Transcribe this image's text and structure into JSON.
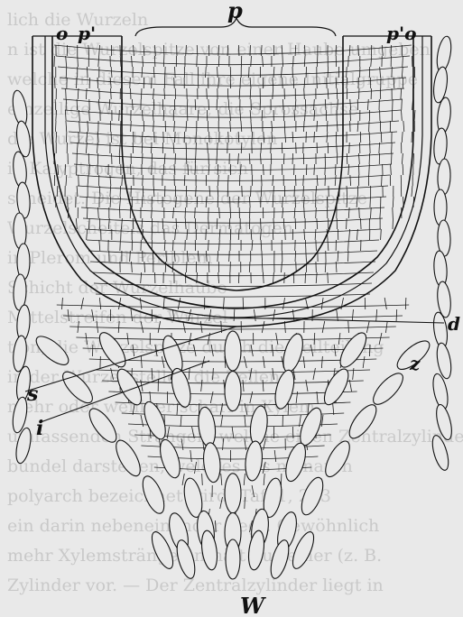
{
  "background_text": [
    "lich die Wurzeln",
    "n ist die Wurzelspitze von einer Haube umgeben",
    "welche in diesem Fall ihre eigene Initialgruppe",
    "einzellige Wurzelhaare, die Sprossachse",
    "die Wurzel ist bei Monokotylen",
    "in Kalyptrogen, das für sich",
    "scheidet. Die Histogene der Wurzelspitze",
    "Wurzelscheitels das Dermatogen",
    "in Plerom und Periblem",
    "Schicht der Wurzelhaube",
    "Mittelstreifen der Wurzel",
    "tion, die Wurzelspitze durch die Zellteilung",
    "in der Wurzel stellen die Zellen",
    "mehr oder weniger scharf in Xylem",
    "umfassenden Strängen, welche einen Zentralzylinder als",
    "bündel darstellen, welches als monarch",
    "polyarch bezeichnet wird (Taf. 1, 2, 3",
    "ein darin nebeneinander liegt. Gewöhnlich",
    "mehr Xylemstränge enthält nur einer (z. B.",
    "Zylinder vor. — Der Zentralzylinder liegt in"
  ],
  "labels": {
    "o_left": "o",
    "p_left": "p'",
    "p_top": "p",
    "p_right": "p'o",
    "d": "d",
    "z": "z",
    "s": "s",
    "i": "i",
    "w": "W"
  }
}
